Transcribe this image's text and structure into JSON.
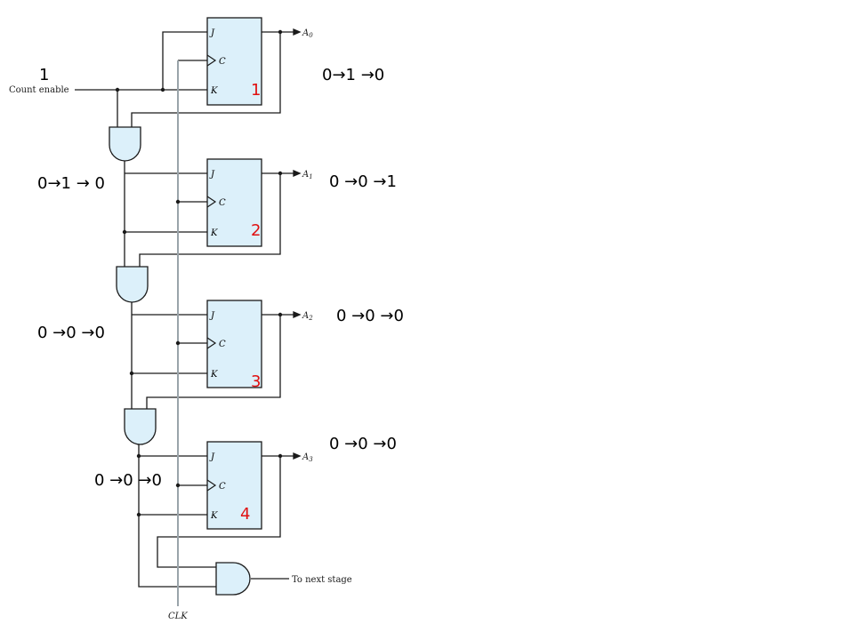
{
  "circuit": {
    "count_enable_label": "Count enable",
    "clock_label": "CLK",
    "next_stage_label": "To next stage",
    "pin_j": "J",
    "pin_c": "C",
    "pin_k": "K",
    "outputs": [
      {
        "base": "A",
        "sub": "0"
      },
      {
        "base": "A",
        "sub": "1"
      },
      {
        "base": "A",
        "sub": "2"
      },
      {
        "base": "A",
        "sub": "3"
      }
    ]
  },
  "annotations": {
    "count_enable_value": "1",
    "stage_numbers": [
      "1",
      "2",
      "3",
      "4"
    ],
    "input_transitions": [
      "0→1 → 0",
      "0 →0 →0",
      "0 →0 →0"
    ],
    "output_transitions": [
      "0→1 →0",
      "0 →0 →1",
      "0 →0 →0",
      "0 →0 →0"
    ]
  },
  "colors": {
    "flipflop_fill": "#dcf0fa",
    "gate_fill": "#dcf0fa",
    "wire": "#1a1a1a",
    "clock_line": "#9aa4aa",
    "annotation_text": "#000000",
    "stage_number": "#e01010"
  }
}
